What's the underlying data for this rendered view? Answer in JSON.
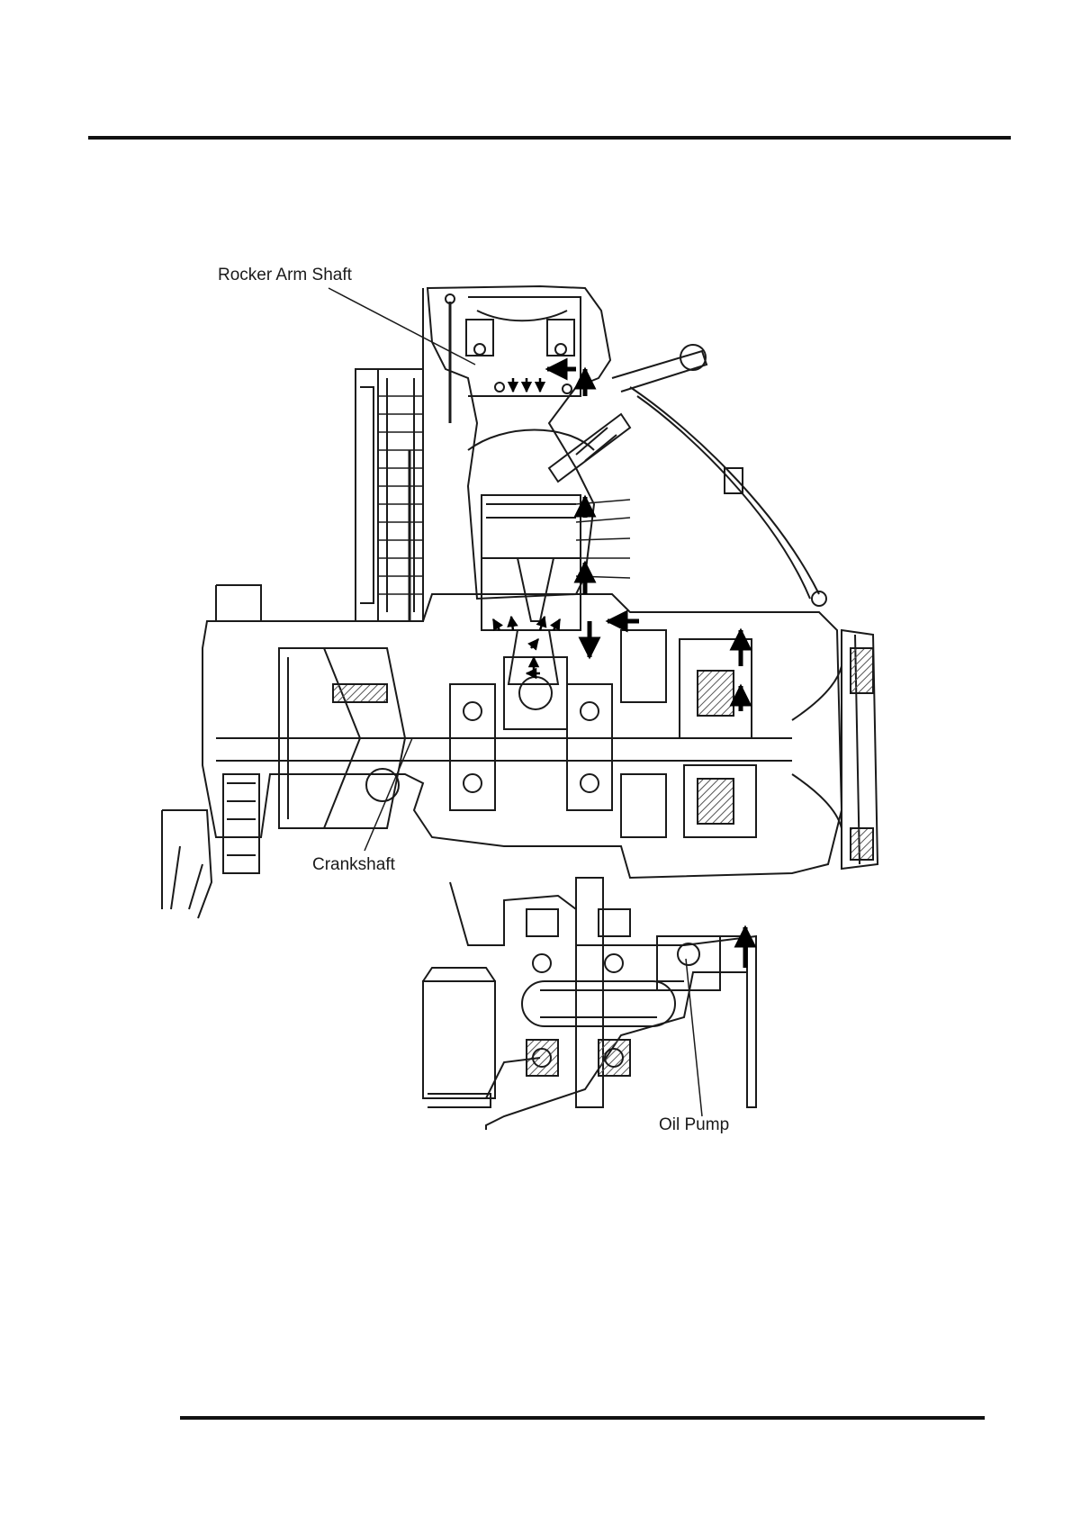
{
  "labels": {
    "rocker_arm_shaft": "Rocker Arm Shaft",
    "crankshaft": "Crankshaft",
    "oil_pump": "Oil Pump"
  },
  "colors": {
    "line": "#1a1a1a",
    "hatch": "#555555",
    "arrow": "#000000"
  },
  "icons": [
    "oil-flow-arrow-icon"
  ]
}
